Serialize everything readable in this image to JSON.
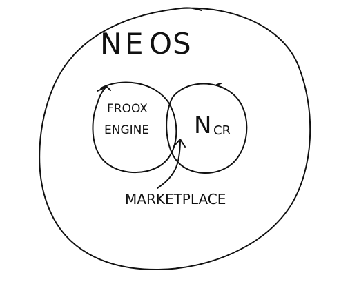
{
  "title": {
    "letters": [
      "N",
      "E",
      "O",
      "S"
    ],
    "highlight_letter_index": 2,
    "highlight_color": "#f2c318"
  },
  "nodes": {
    "left": {
      "line1": "FROOX",
      "line2": "ENGINE"
    },
    "right": {
      "prefix": "N",
      "suffix": "CR",
      "prefix_color": "#f2c318"
    }
  },
  "pointer_label": "MARKETPLACE",
  "colors": {
    "ink": "#111111",
    "accent": "#f2c318",
    "background": "#ffffff"
  }
}
